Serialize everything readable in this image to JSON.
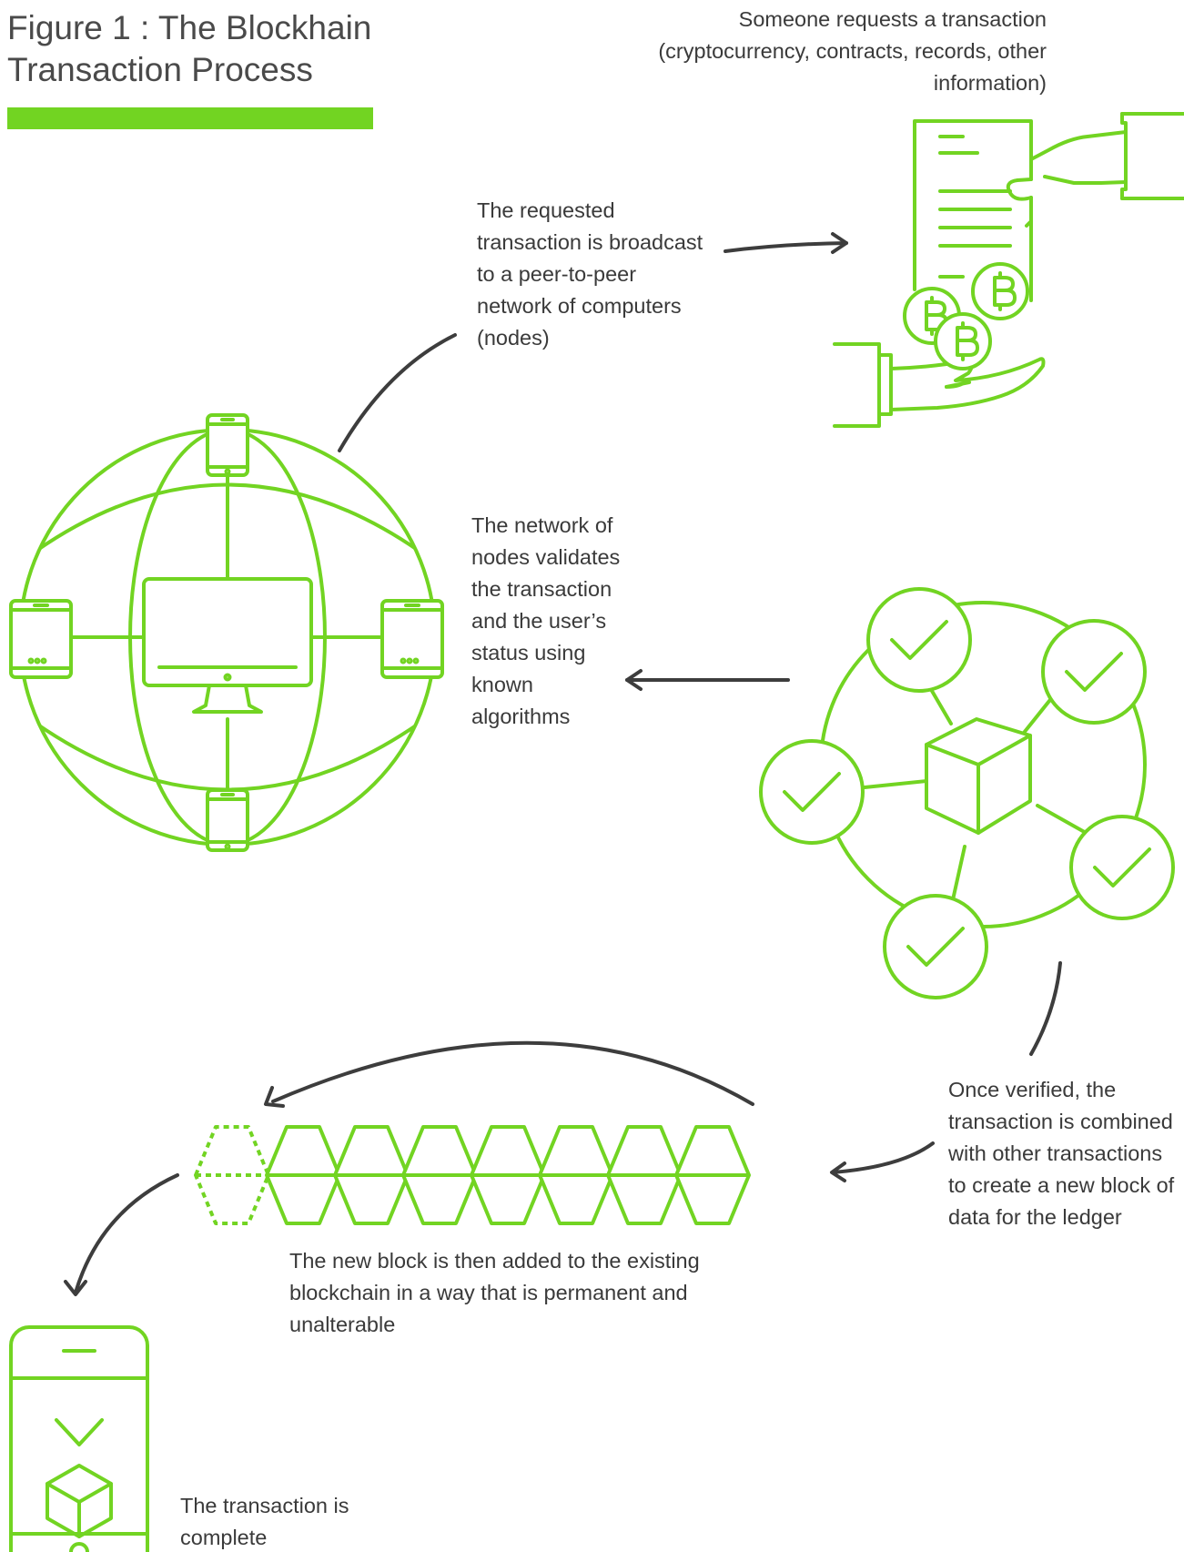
{
  "title": "Figure 1 : The Blockhain Transaction Process",
  "colors": {
    "accent_green": "#72d422",
    "arrow": "#3d3d3d",
    "text": "#3a3a3a"
  },
  "steps": [
    {
      "text": "Someone requests a transaction (cryptocurrency, contracts, records, other information)",
      "icon": "document-handover-bitcoin-icon"
    },
    {
      "text": "The requested transaction is broadcast to a peer-to-peer network of computers (nodes)",
      "icon": "globe-network-devices-icon"
    },
    {
      "text": "The network of nodes validates the transaction and the user’s status using known algorithms",
      "icon": "validated-nodes-cube-icon"
    },
    {
      "text": "Once verified, the transaction is combined with other transactions to create a new block of data for the ledger",
      "icon": "blockchain-icon"
    },
    {
      "text": "The new block is then added to the existing blockchain in a way that is permanent and unalterable",
      "icon": "blockchain-icon"
    },
    {
      "text": "The transaction is complete",
      "icon": "phone-complete-icon"
    }
  ]
}
